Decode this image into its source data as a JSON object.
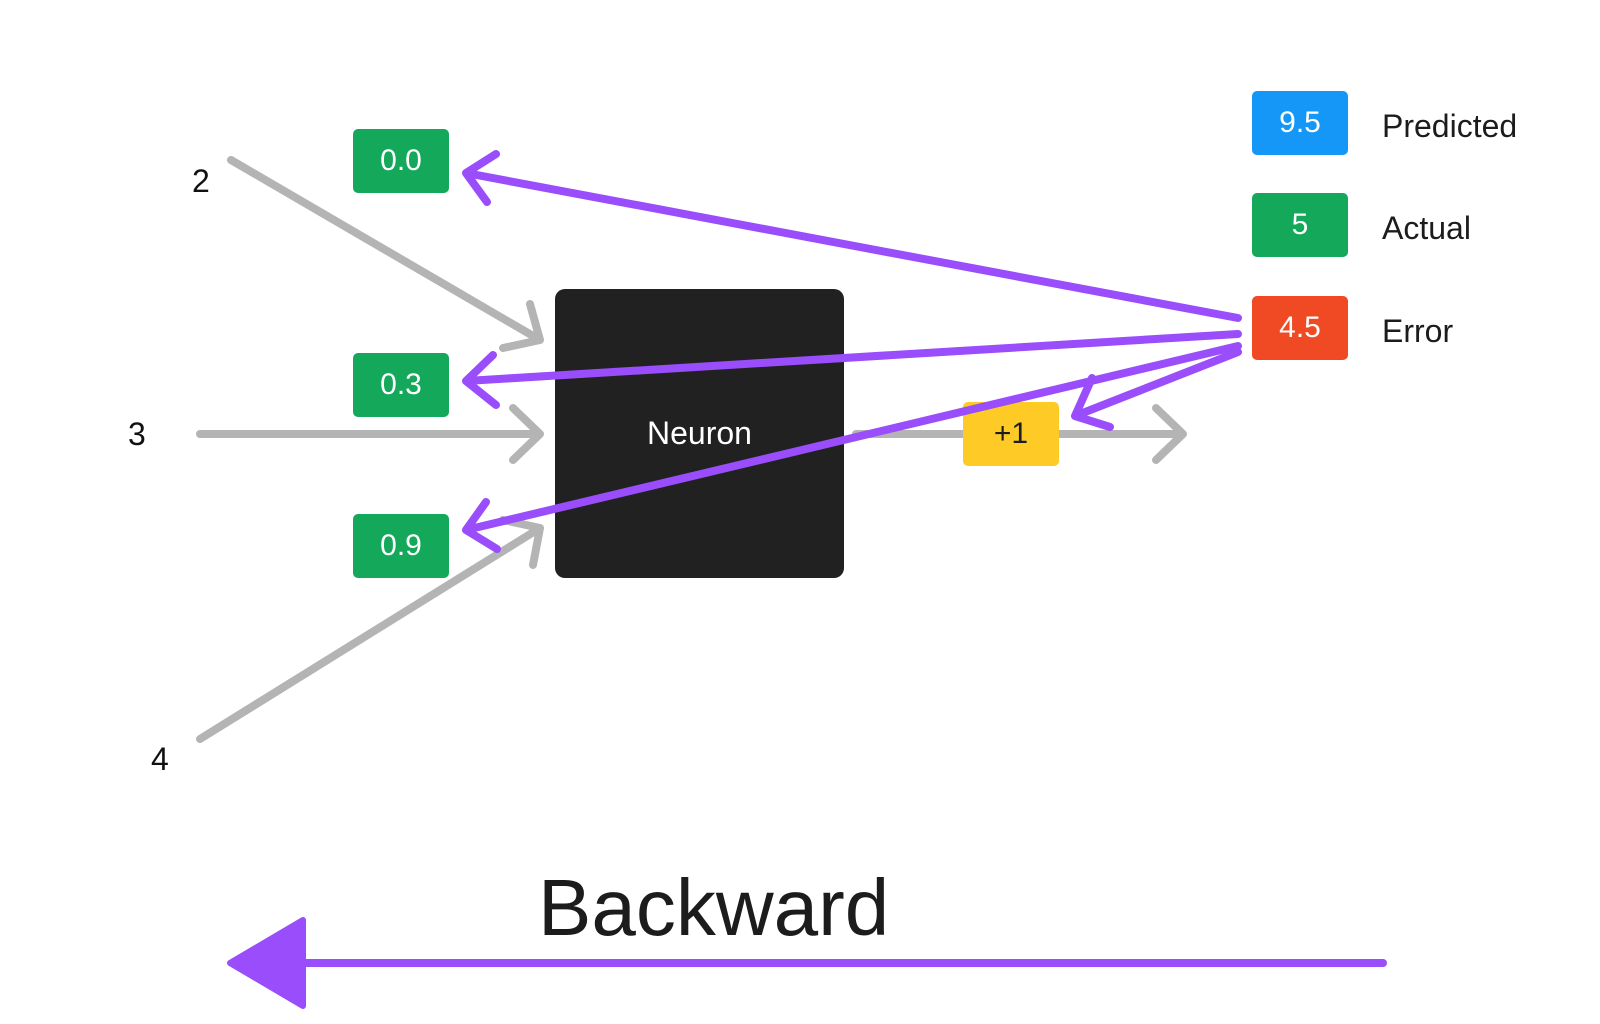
{
  "inputs": [
    {
      "value": "2",
      "weight": "0.0"
    },
    {
      "value": "3",
      "weight": "0.3"
    },
    {
      "value": "4",
      "weight": "0.9"
    }
  ],
  "neuron": {
    "label": "Neuron"
  },
  "bias": {
    "label": "+1"
  },
  "legend": [
    {
      "value": "9.5",
      "label": "Predicted",
      "color": "#1497f7"
    },
    {
      "value": "5",
      "label": "Actual",
      "color": "#13a85a"
    },
    {
      "value": "4.5",
      "label": "Error",
      "color": "#f04a24"
    }
  ],
  "direction": {
    "label": "Backward"
  },
  "colors": {
    "weight": "#13a85a",
    "bias": "#fdca26",
    "forward_arrow": "#b4b4b4",
    "backprop_arrow": "#9a4dfb",
    "neuron": "#212121"
  }
}
